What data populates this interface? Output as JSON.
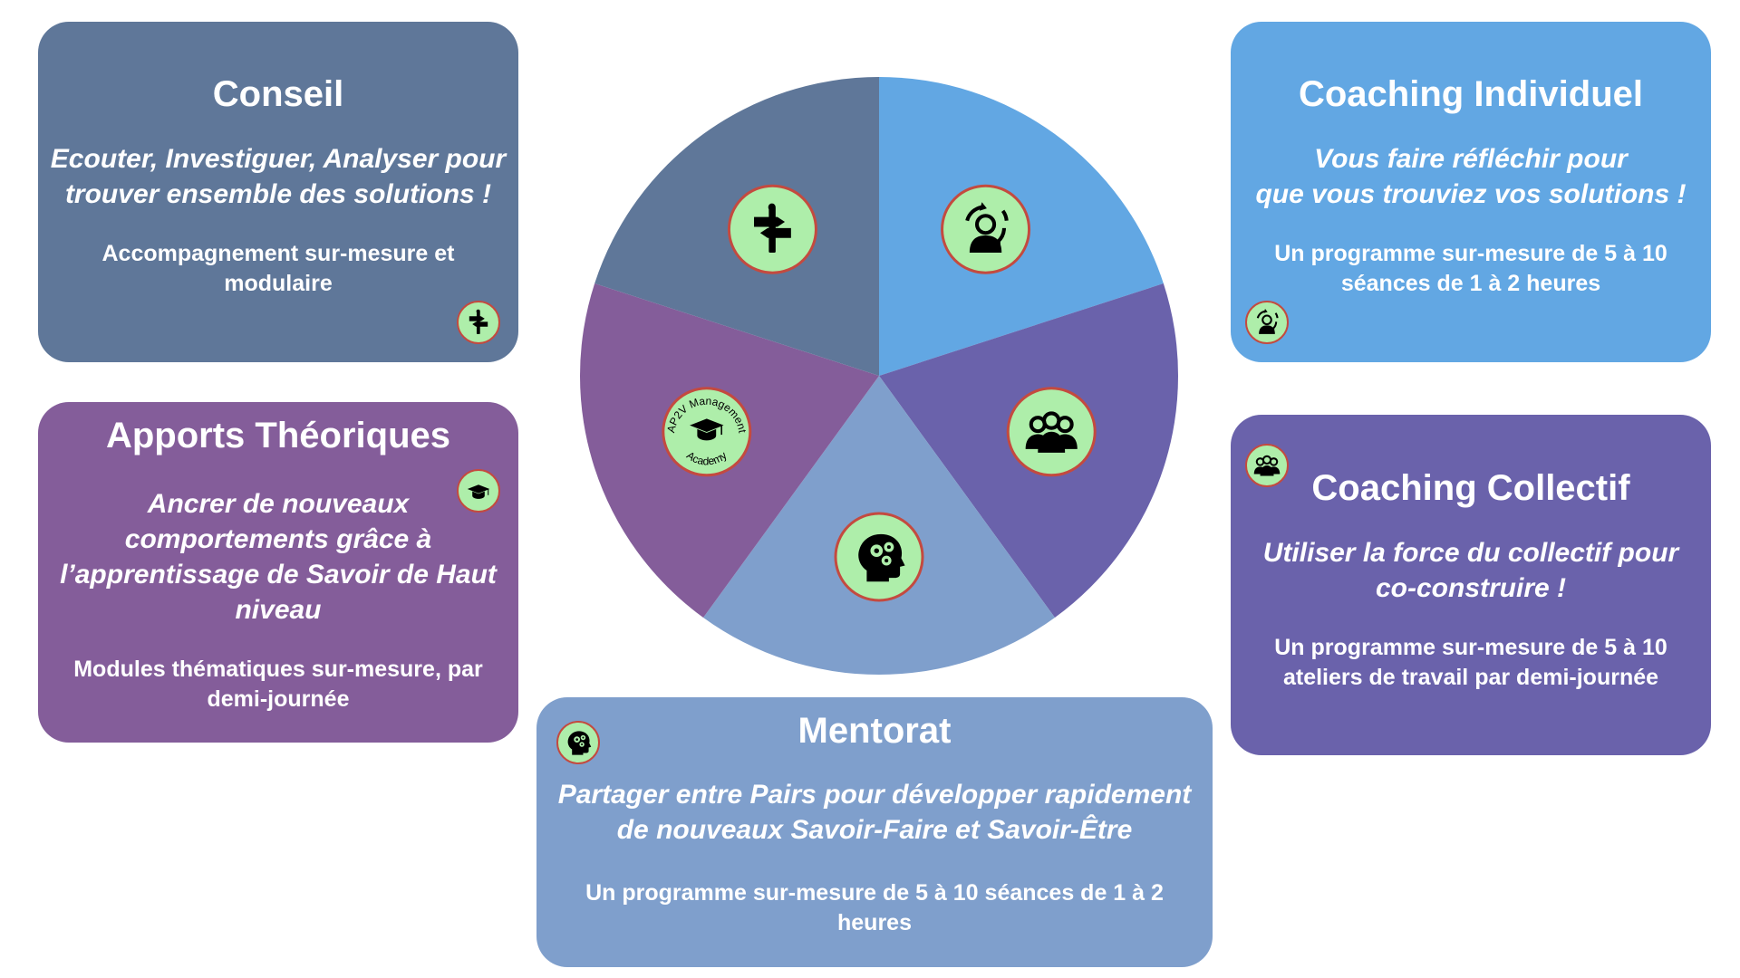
{
  "colors": {
    "conseil": "#5f7799",
    "coaching_individuel": "#62a7e3",
    "coaching_collectif": "#6a62ab",
    "mentorat": "#7f9fcc",
    "apports": "#845d9a",
    "badge_fill": "#aeeeaa",
    "badge_ring": "#c44a3f"
  },
  "wheel": {
    "segments": [
      {
        "key": "coaching_individuel",
        "icon": "coach-person-arrows-icon"
      },
      {
        "key": "coaching_collectif",
        "icon": "group-people-icon"
      },
      {
        "key": "mentorat",
        "icon": "head-gears-icon"
      },
      {
        "key": "apports",
        "icon": "graduation-cap-academy-icon"
      },
      {
        "key": "conseil",
        "icon": "signpost-icon"
      }
    ],
    "academy_logo_text_top": "AP2V Management",
    "academy_logo_text_bottom": "Academy"
  },
  "cards": {
    "conseil": {
      "title": "Conseil",
      "tagline_lines": [
        "Ecouter, Investiguer, Analyser pour",
        "trouver ensemble des solutions !"
      ],
      "detail_lines": [
        "Accompagnement sur-mesure et",
        "modulaire"
      ],
      "icon": "signpost-icon"
    },
    "coaching_individuel": {
      "title": "Coaching Individuel",
      "tagline_lines": [
        "Vous faire réfléchir pour",
        "que vous trouviez vos solutions !"
      ],
      "detail_lines": [
        "Un programme sur-mesure de 5 à 10",
        "séances de 1 à 2 heures"
      ],
      "icon": "coach-person-arrows-icon"
    },
    "apports": {
      "title": "Apports Théoriques",
      "tagline_lines": [
        "Ancrer de nouveaux",
        "comportements grâce à",
        "l’apprentissage de Savoir de Haut",
        "niveau"
      ],
      "detail_lines": [
        "Modules thématiques sur-mesure, par",
        "demi-journée"
      ],
      "icon": "graduation-cap-academy-icon"
    },
    "coaching_collectif": {
      "title": "Coaching Collectif",
      "tagline_lines": [
        "Utiliser la force du collectif pour",
        "co-construire !"
      ],
      "detail_lines": [
        "Un programme sur-mesure de 5 à 10",
        "ateliers de travail par demi-journée"
      ],
      "icon": "group-people-icon"
    },
    "mentorat": {
      "title": "Mentorat",
      "tagline_lines": [
        "Partager entre Pairs pour développer rapidement",
        "de nouveaux Savoir-Faire et Savoir-Être"
      ],
      "detail_lines": [
        "Un programme sur-mesure de 5 à 10 séances de 1 à 2",
        "heures"
      ],
      "icon": "head-gears-icon"
    }
  }
}
